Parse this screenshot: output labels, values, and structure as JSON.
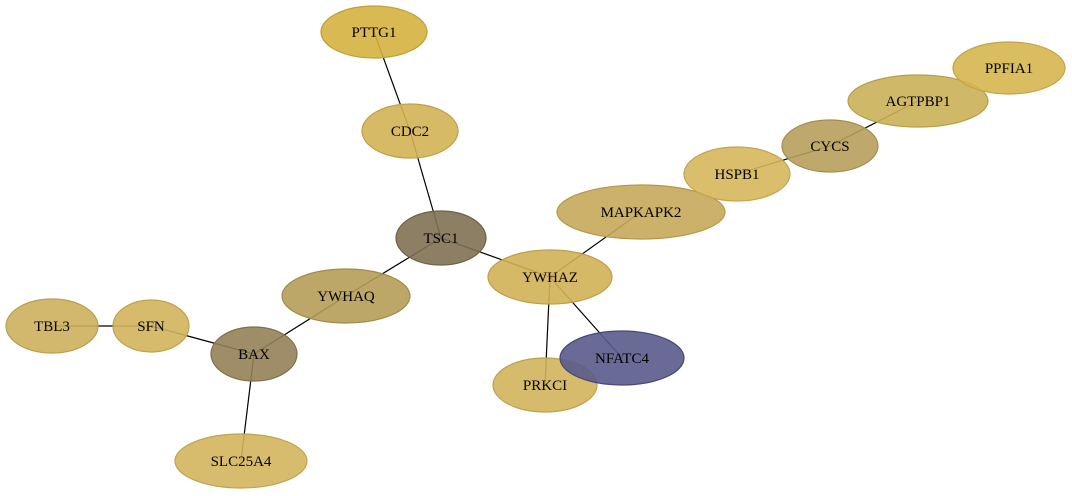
{
  "network": {
    "nodes": [
      {
        "id": "PTTG1",
        "label": "PTTG1",
        "fill": "#d4b13f",
        "stroke": "#c19e34"
      },
      {
        "id": "CDC2",
        "label": "CDC2",
        "fill": "#d3b254",
        "stroke": "#c19f44"
      },
      {
        "id": "TSC1",
        "label": "TSC1",
        "fill": "#7f7152",
        "stroke": "#6d6145"
      },
      {
        "id": "YWHAZ",
        "label": "YWHAZ",
        "fill": "#d0b157",
        "stroke": "#bea048"
      },
      {
        "id": "MAPKAPK2",
        "label": "MAPKAPK2",
        "fill": "#c6a95a",
        "stroke": "#b3984c"
      },
      {
        "id": "HSPB1",
        "label": "HSPB1",
        "fill": "#d6b75c",
        "stroke": "#c3a54d"
      },
      {
        "id": "CYCS",
        "label": "CYCS",
        "fill": "#b79e5b",
        "stroke": "#a48d4e"
      },
      {
        "id": "AGTPBP1",
        "label": "AGTPBP1",
        "fill": "#cbb059",
        "stroke": "#b89e4b"
      },
      {
        "id": "PPFIA1",
        "label": "PPFIA1",
        "fill": "#d6b550",
        "stroke": "#c3a343"
      },
      {
        "id": "YWHAQ",
        "label": "YWHAQ",
        "fill": "#b59d58",
        "stroke": "#a28c4b"
      },
      {
        "id": "BAX",
        "label": "BAX",
        "fill": "#938156",
        "stroke": "#7f7049"
      },
      {
        "id": "SFN",
        "label": "SFN",
        "fill": "#d1b45c",
        "stroke": "#bea24d"
      },
      {
        "id": "TBL3",
        "label": "TBL3",
        "fill": "#cdb05c",
        "stroke": "#ba9e4d"
      },
      {
        "id": "SLC25A4",
        "label": "SLC25A4",
        "fill": "#d4b55e",
        "stroke": "#c1a34f"
      },
      {
        "id": "PRKCI",
        "label": "PRKCI",
        "fill": "#d2b45d",
        "stroke": "#bfa24e"
      },
      {
        "id": "NFATC4",
        "label": "NFATC4",
        "fill": "#5a5a8c",
        "stroke": "#46467a"
      }
    ],
    "edges": [
      {
        "source": "PTTG1",
        "target": "CDC2"
      },
      {
        "source": "CDC2",
        "target": "TSC1"
      },
      {
        "source": "TSC1",
        "target": "YWHAQ"
      },
      {
        "source": "TSC1",
        "target": "YWHAZ"
      },
      {
        "source": "YWHAQ",
        "target": "BAX"
      },
      {
        "source": "BAX",
        "target": "SFN"
      },
      {
        "source": "SFN",
        "target": "TBL3"
      },
      {
        "source": "BAX",
        "target": "SLC25A4"
      },
      {
        "source": "YWHAZ",
        "target": "MAPKAPK2"
      },
      {
        "source": "YWHAZ",
        "target": "PRKCI"
      },
      {
        "source": "YWHAZ",
        "target": "NFATC4"
      },
      {
        "source": "HSPB1",
        "target": "CYCS"
      },
      {
        "source": "CYCS",
        "target": "AGTPBP1"
      }
    ]
  }
}
